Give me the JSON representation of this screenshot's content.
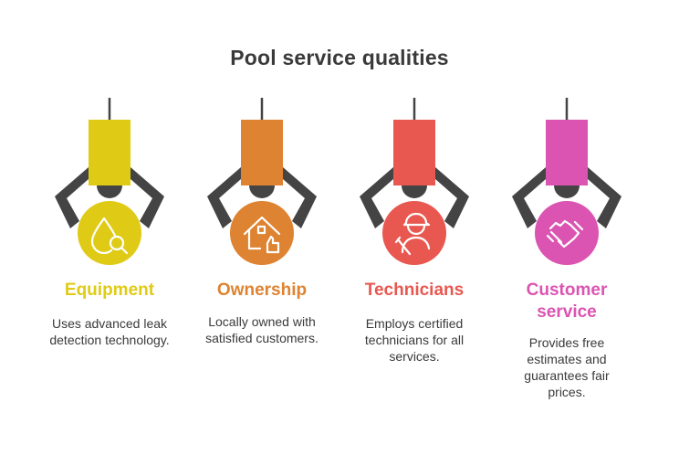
{
  "title": "Pool service qualities",
  "colors": {
    "arm": "#444444",
    "equipment": "#DFCB16",
    "ownership": "#DE8331",
    "technicians": "#E85851",
    "customer_service": "#DB54B2"
  },
  "items": [
    {
      "label": "Equipment",
      "description": "Uses advanced leak detection technology.",
      "icon": "water-drop-magnifier-icon"
    },
    {
      "label": "Ownership",
      "description": "Locally owned with satisfied customers.",
      "icon": "house-thumbs-up-icon"
    },
    {
      "label": "Technicians",
      "description": "Employs certified technicians for all services.",
      "icon": "technician-worker-icon"
    },
    {
      "label": "Customer service",
      "description": "Provides free estimates and guarantees fair prices.",
      "icon": "handshake-icon"
    }
  ]
}
